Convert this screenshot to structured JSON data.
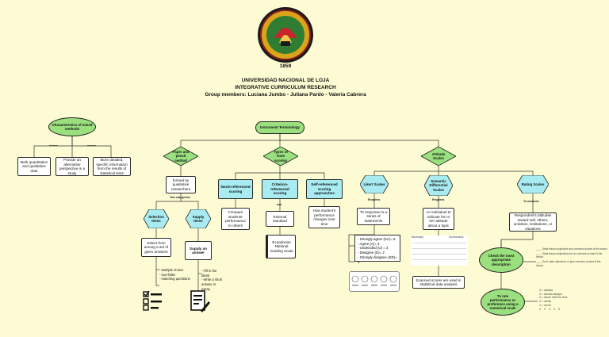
{
  "header": {
    "seal_year": "1859",
    "university": "UNIVERSIDAD NACIONAL DE LOJA",
    "subject": "INTEGRATIVE CURRICULUM RESEARCH",
    "members": "Group members: Luciana Jumbo - Juliana Pardo - Valeria Cabrera"
  },
  "mixed": {
    "root": "Characteristics of mixed methods",
    "items": [
      "Both quantitative and qualitative data",
      "Provide an alternative perspective in a study",
      "More detailed, specific information from the results of statistical tests"
    ]
  },
  "main": {
    "root": "Instrument Terminology",
    "branch1": "Paper and pencil method",
    "branch2": "Types of tests scoring",
    "branch3": "Attitude Scales"
  },
  "paper": {
    "formed": "formed by qualitative researchers",
    "two_categories": "Two categories",
    "selection": "Selection Items",
    "supply": "Supply Items",
    "select_desc": "Select from among a set of given answers",
    "supply_desc": "Supply an answer",
    "select_list": [
      "- Multiple choice",
      "- true-false",
      "- matching questions"
    ],
    "supply_list": [
      "- Fill in the blank",
      "- Write a short answer or essay"
    ]
  },
  "scoring": {
    "norm": "Norm-referenced scoring",
    "criterion": "Criterion-referenced scoring",
    "self": "Self-referenced scoring approaches",
    "norm_desc": "Compare students' performance to others",
    "criterion_label": "use",
    "criterion_desc": "External standard",
    "self_desc": "How student's performance changes over time",
    "ecuador": "Ecuadorian National Grading Scale"
  },
  "attitude": {
    "likert": "Likert Scales",
    "semantic": "Semantic Differential Scales",
    "rating": "Rating Scales",
    "likert_label": "Requires",
    "semantic_label": "Requires",
    "rating_label": "To measure",
    "likert_desc": "To response to a series of statements",
    "likert_list": [
      "- Strongly agree (SA)= 5",
      "- Agree (A)= 4",
      "- Undecided (U) = 3",
      "- Disagree (D)= 2",
      "- Strongly disagree (SD)= 1"
    ],
    "semantic_desc": "An individual to indicate his or her attitude about a topic",
    "semantic_bottom": "Scanned scores are used in statistical data analysis",
    "rating_desc": "Respondent's attitudes toward self, others, activities, institutions, or situations",
    "check": "Check the most appropriate description",
    "rate": "To rate performance or preference using a numerical scale",
    "check_opts": [
      "____ State lesson objectives and overview at start of the lesson",
      "____ State lesson objectives but no overview at start of the lesson",
      "____ Don't state objectives or give overview at start of the lesson"
    ],
    "rate_opts": [
      "5 = always",
      "4 = almost always",
      "3 = about half the time",
      "2 = rarely",
      "1 = never"
    ],
    "rate_scale": "1    2    3    4    5",
    "semantic_table_head": [
      "Necessary",
      "Unnecessary"
    ]
  },
  "colors": {
    "background": "#fdfbd3",
    "green_node": "#9be07f",
    "cyan_node": "#a8ecf2",
    "seal_red": "#c8242b",
    "seal_gold": "#d9a41a"
  }
}
